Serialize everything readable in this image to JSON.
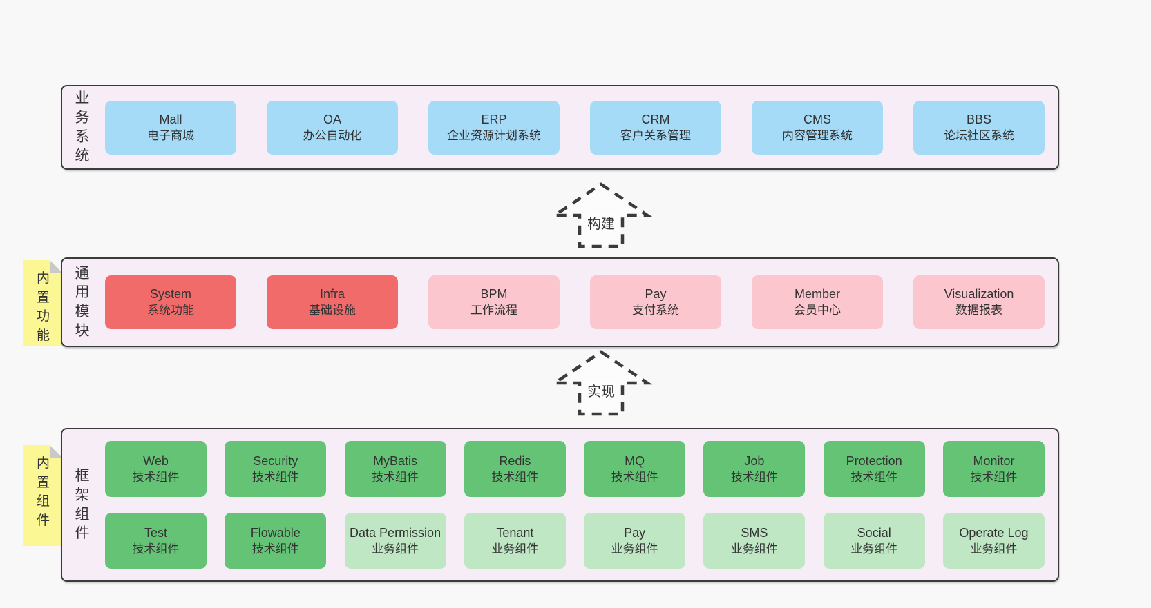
{
  "colors": {
    "background": "#f8f8f8",
    "bandFill": "#f7edf6",
    "bandBorder": "#3b3b3b",
    "text": "#333333",
    "blue": "#a6dbf8",
    "red": "#f16b6b",
    "pink": "#fbc6ce",
    "green": "#65c376",
    "greenLight": "#bfe7c4",
    "sticky": "#fbf794",
    "stickyFold": "#c9c9c9"
  },
  "arrows": [
    {
      "label": "构建"
    },
    {
      "label": "实现"
    }
  ],
  "bands": [
    {
      "label": "业务系统",
      "rows": [
        [
          {
            "name": "Mall",
            "desc": "电子商城",
            "variant": "blue"
          },
          {
            "name": "OA",
            "desc": "办公自动化",
            "variant": "blue"
          },
          {
            "name": "ERP",
            "desc": "企业资源计划系统",
            "variant": "blue"
          },
          {
            "name": "CRM",
            "desc": "客户关系管理",
            "variant": "blue"
          },
          {
            "name": "CMS",
            "desc": "内容管理系统",
            "variant": "blue"
          },
          {
            "name": "BBS",
            "desc": "论坛社区系统",
            "variant": "blue"
          }
        ]
      ]
    },
    {
      "label": "通用模块",
      "sticky": "内置功能",
      "rows": [
        [
          {
            "name": "System",
            "desc": "系统功能",
            "variant": "red"
          },
          {
            "name": "Infra",
            "desc": "基础设施",
            "variant": "red"
          },
          {
            "name": "BPM",
            "desc": "工作流程",
            "variant": "pink"
          },
          {
            "name": "Pay",
            "desc": "支付系统",
            "variant": "pink"
          },
          {
            "name": "Member",
            "desc": "会员中心",
            "variant": "pink"
          },
          {
            "name": "Visualization",
            "desc": "数据报表",
            "variant": "pink"
          }
        ]
      ]
    },
    {
      "label": "框架组件",
      "sticky": "内置组件",
      "rows": [
        [
          {
            "name": "Web",
            "desc": "技术组件",
            "variant": "green"
          },
          {
            "name": "Security",
            "desc": "技术组件",
            "variant": "green"
          },
          {
            "name": "MyBatis",
            "desc": "技术组件",
            "variant": "green"
          },
          {
            "name": "Redis",
            "desc": "技术组件",
            "variant": "green"
          },
          {
            "name": "MQ",
            "desc": "技术组件",
            "variant": "green"
          },
          {
            "name": "Job",
            "desc": "技术组件",
            "variant": "green"
          },
          {
            "name": "Protection",
            "desc": "技术组件",
            "variant": "green"
          },
          {
            "name": "Monitor",
            "desc": "技术组件",
            "variant": "green"
          }
        ],
        [
          {
            "name": "Test",
            "desc": "技术组件",
            "variant": "green"
          },
          {
            "name": "Flowable",
            "desc": "技术组件",
            "variant": "green"
          },
          {
            "name": "Data Permission",
            "desc": "业务组件",
            "variant": "green-light"
          },
          {
            "name": "Tenant",
            "desc": "业务组件",
            "variant": "green-light"
          },
          {
            "name": "Pay",
            "desc": "业务组件",
            "variant": "green-light"
          },
          {
            "name": "SMS",
            "desc": "业务组件",
            "variant": "green-light"
          },
          {
            "name": "Social",
            "desc": "业务组件",
            "variant": "green-light"
          },
          {
            "name": "Operate Log",
            "desc": "业务组件",
            "variant": "green-light"
          }
        ]
      ]
    }
  ]
}
